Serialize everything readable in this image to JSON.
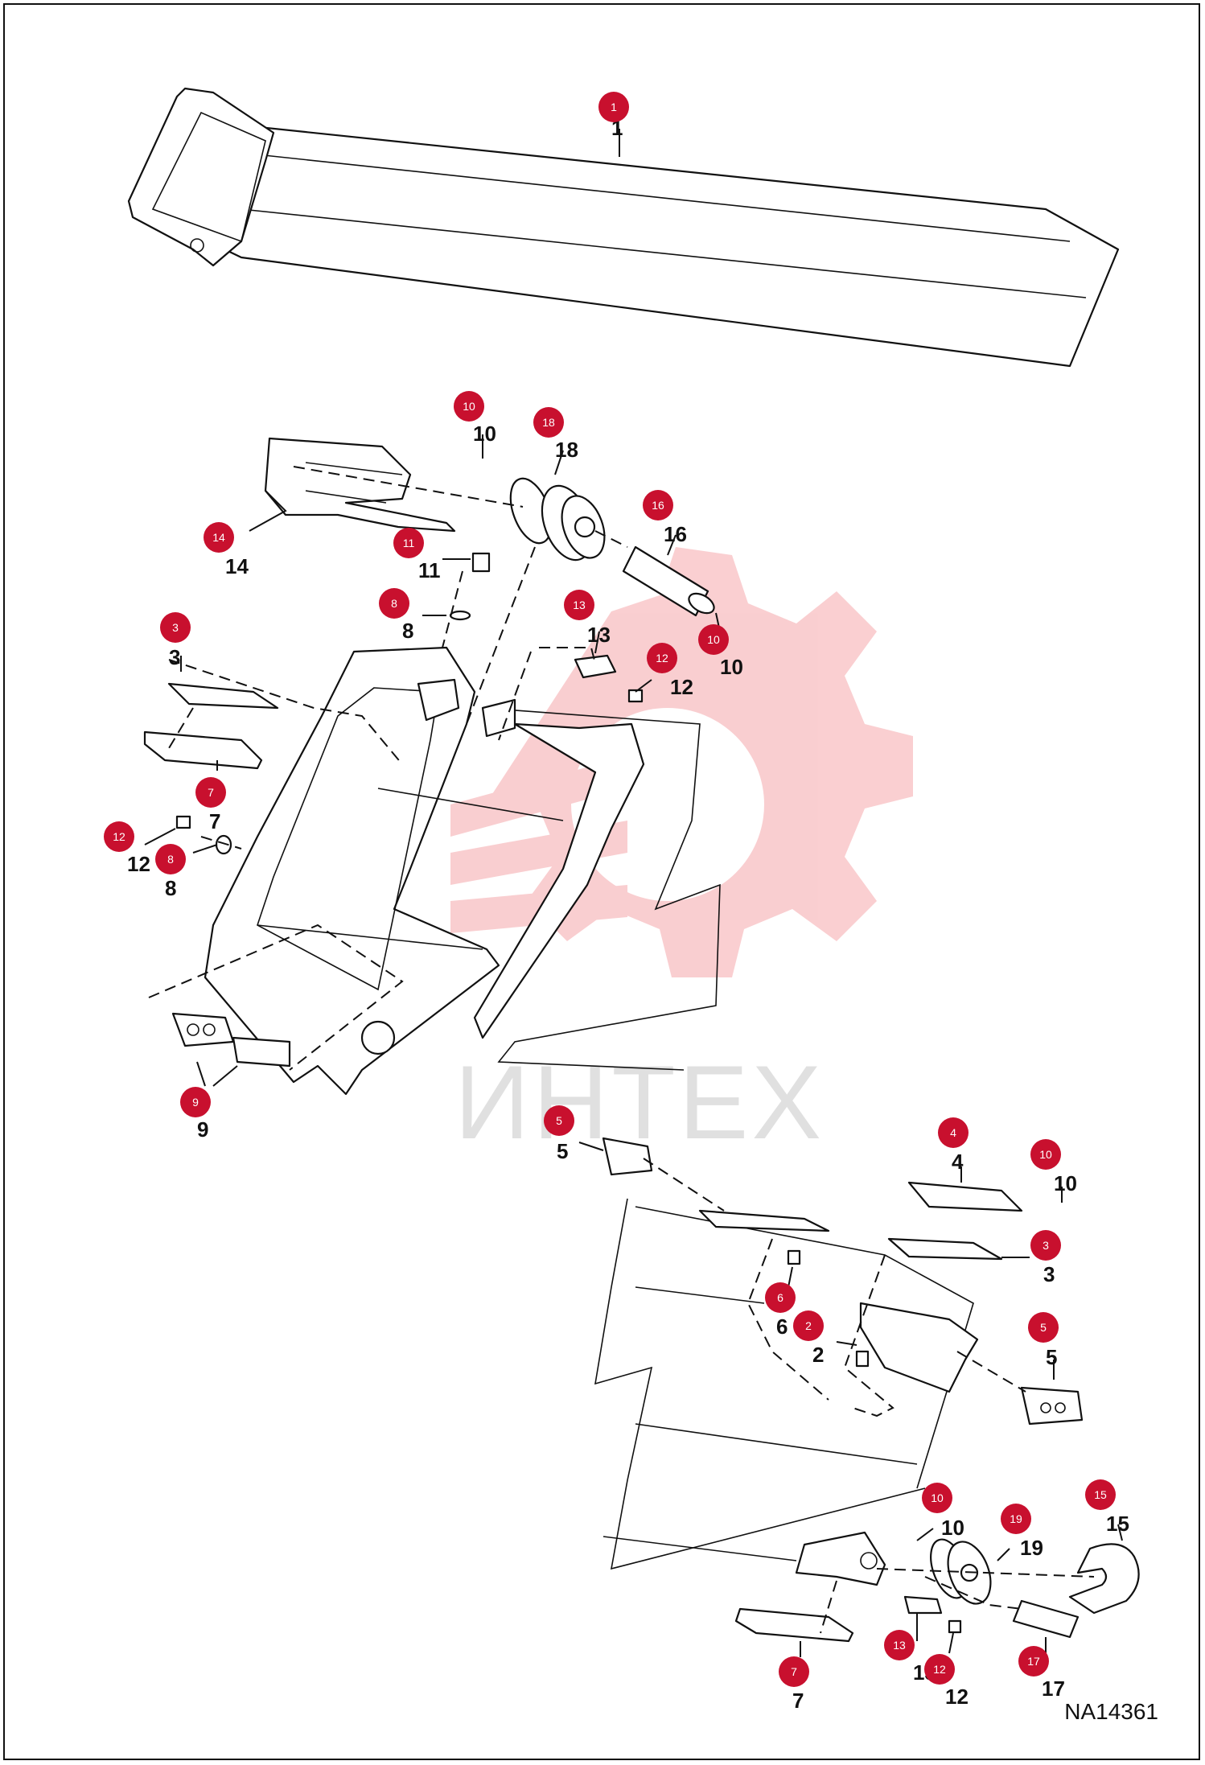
{
  "drawing_id": "NA14361",
  "watermark_text": "ИНТЕХ",
  "accent_color": "#c8102e",
  "callouts": [
    {
      "label": "1",
      "part": "1"
    },
    {
      "label": "10",
      "part": "10"
    },
    {
      "label": "18",
      "part": "18"
    },
    {
      "label": "14",
      "part": "14"
    },
    {
      "label": "16",
      "part": "16"
    },
    {
      "label": "11",
      "part": "11"
    },
    {
      "label": "8",
      "part": "8"
    },
    {
      "label": "13",
      "part": "13"
    },
    {
      "label": "3",
      "part": "3"
    },
    {
      "label": "12",
      "part": "12"
    },
    {
      "label": "10",
      "part": "10"
    },
    {
      "label": "7",
      "part": "7"
    },
    {
      "label": "12",
      "part": "12"
    },
    {
      "label": "8",
      "part": "8"
    },
    {
      "label": "9",
      "part": "9"
    },
    {
      "label": "5",
      "part": "5"
    },
    {
      "label": "4",
      "part": "4"
    },
    {
      "label": "10",
      "part": "10"
    },
    {
      "label": "3",
      "part": "3"
    },
    {
      "label": "6",
      "part": "6"
    },
    {
      "label": "2",
      "part": "2"
    },
    {
      "label": "5",
      "part": "5"
    },
    {
      "label": "10",
      "part": "10"
    },
    {
      "label": "19",
      "part": "19"
    },
    {
      "label": "15",
      "part": "15"
    },
    {
      "label": "7",
      "part": "7"
    },
    {
      "label": "13",
      "part": "13"
    },
    {
      "label": "12",
      "part": "12"
    },
    {
      "label": "17",
      "part": "17"
    }
  ]
}
